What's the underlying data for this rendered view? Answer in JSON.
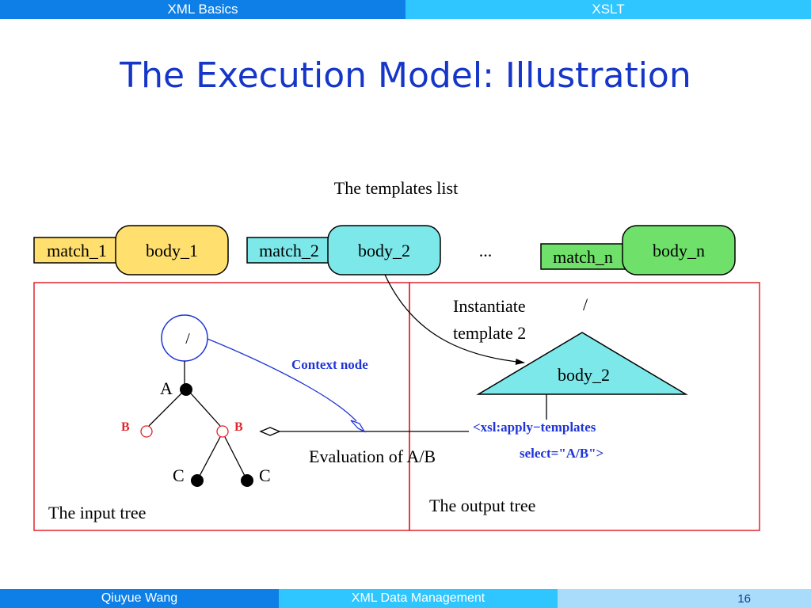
{
  "header": {
    "left_tab": "XML Basics",
    "right_tab": "XSLT"
  },
  "slide": {
    "title": "The Execution Model: Illustration"
  },
  "diagram": {
    "templates_list_label": "The templates list",
    "templates": [
      {
        "match": "match_1",
        "body": "body_1",
        "color": "#ffe06e"
      },
      {
        "match": "match_2",
        "body": "body_2",
        "color": "#7de8ea"
      },
      {
        "match": "match_n",
        "body": "body_n",
        "color": "#6fe06a"
      }
    ],
    "ellipsis": "...",
    "instantiate_line1": "Instantiate",
    "instantiate_line2": "template 2",
    "root_label_output": "/",
    "output_body": "body_2",
    "apply_templates_line1": "<xsl:apply−templates",
    "apply_templates_line2": "select=\"A/B\">",
    "context_node_label": "Context node",
    "evaluation_label": "Evaluation of A/B",
    "input_tree_label": "The input tree",
    "output_tree_label": "The output tree",
    "tree": {
      "root": "/",
      "a": "A",
      "b_left": "B",
      "b_right": "B",
      "c_left": "C",
      "c_right": "C"
    },
    "colors": {
      "frame": "#e0242c",
      "blue": "#1f35d6",
      "red": "#e0242c",
      "black": "#000000"
    }
  },
  "footer": {
    "author": "Qiuyue Wang",
    "course": "XML Data Management",
    "page": "16"
  }
}
